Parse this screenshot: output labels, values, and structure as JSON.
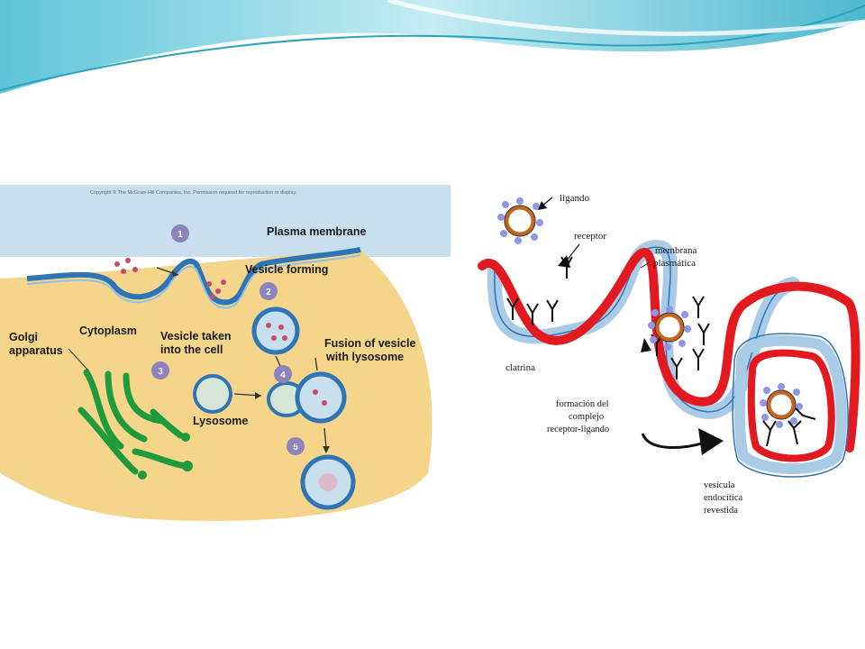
{
  "left_figure": {
    "copyright": "Copyright © The McGraw-Hill Companies, Inc. Permission required for reproduction or display.",
    "labels": {
      "plasma_membrane": "Plasma membrane",
      "vesicle_forming": "Vesicle forming",
      "cytoplasm": "Cytoplasm",
      "golgi_line1": "Golgi",
      "golgi_line2": "apparatus",
      "vesicle_taken_line1": "Vesicle taken",
      "vesicle_taken_line2": "into the cell",
      "fusion_line1": "Fusion of vesicle",
      "fusion_line2": "with lysosome",
      "lysosome": "Lysosome"
    },
    "steps": [
      "1",
      "2",
      "3",
      "4",
      "5"
    ]
  },
  "right_figure": {
    "labels": {
      "ligando": "ligando",
      "receptor": "receptor",
      "membrana_line1": "membrana",
      "membrana_line2": "plasmática",
      "clatrina": "clatrina",
      "formacion_line1": "formación del",
      "formacion_line2": "complejo",
      "formacion_line3": "receptor-ligando",
      "vesicula_line1": "vesícula",
      "vesicula_line2": "endocítica",
      "vesicula_line3": "revestida"
    }
  },
  "colors": {
    "header_teal": "#2aa3bd",
    "membrane_blue": "#2f74b5",
    "cytoplasm_yellow": "#f5d58a",
    "golgi_green": "#1f9a3c",
    "step_purple": "#8d83bd",
    "membrane_red": "#e2191f",
    "clathrin_blue": "#a9cbe6",
    "ligand_orange": "#c7661d",
    "ligand_dot": "#8f96e6"
  }
}
